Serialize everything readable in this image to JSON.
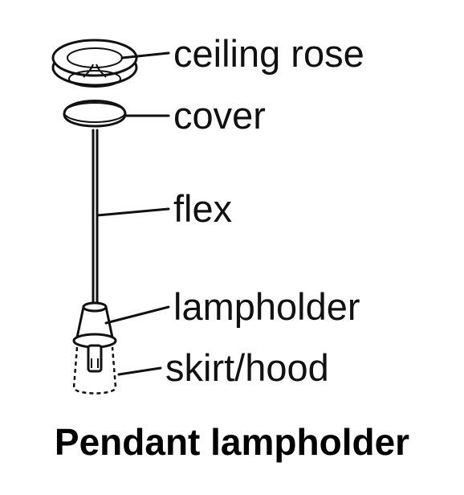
{
  "diagram": {
    "title": "Pendant lampholder",
    "labels": {
      "ceiling_rose": "ceiling rose",
      "cover": "cover",
      "flex": "flex",
      "lampholder": "lampholder",
      "skirt_hood": "skirt/hood"
    }
  }
}
